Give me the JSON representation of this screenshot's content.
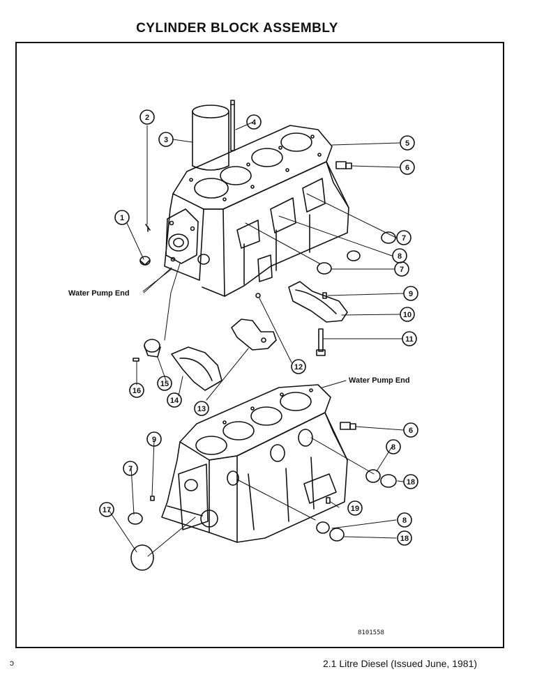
{
  "page": {
    "title": "CYLINDER BLOCK ASSEMBLY",
    "footer_left": "ↄ",
    "footer_right": "2.1 Litre Diesel (Issued June, 1981)"
  },
  "diagram": {
    "figure_number": "8101558",
    "labels": {
      "water_pump_end_upper": "Water Pump End",
      "water_pump_end_lower": "Water Pump End"
    },
    "callouts": [
      "1",
      "2",
      "3",
      "4",
      "5",
      "6",
      "7",
      "8",
      "7",
      "9",
      "10",
      "11",
      "12",
      "13",
      "14",
      "15",
      "16",
      "6",
      "8",
      "18",
      "9",
      "7",
      "17",
      "19",
      "8",
      "18"
    ]
  }
}
